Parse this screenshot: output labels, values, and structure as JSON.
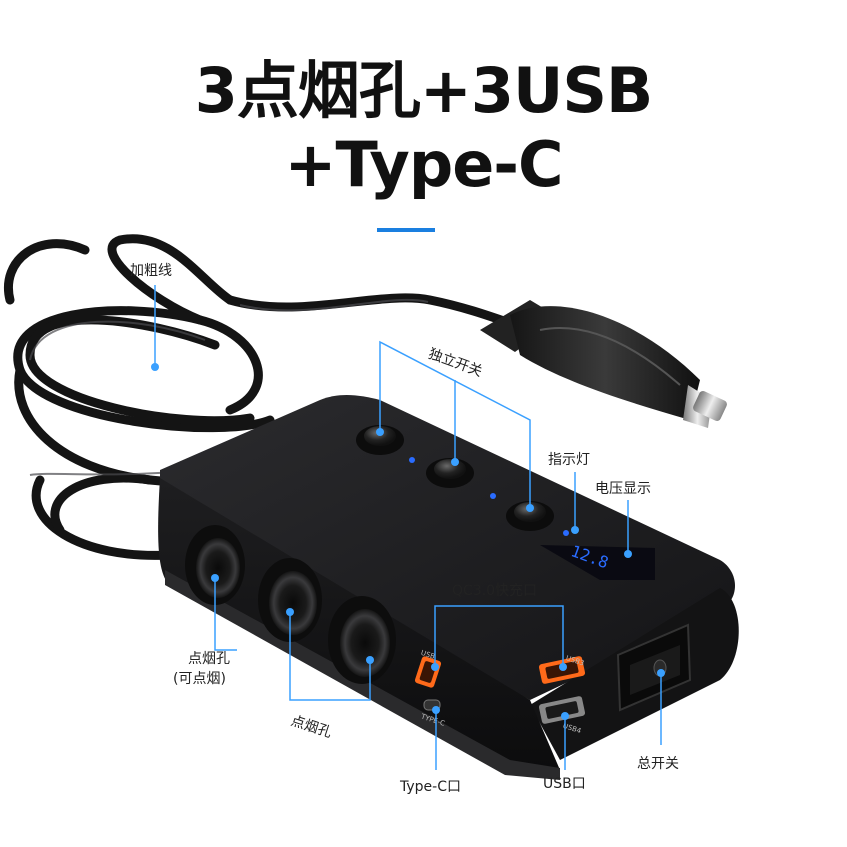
{
  "title": {
    "line1": "3点烟孔+3USB",
    "line2": "+Type-C"
  },
  "display_reading": "12.8",
  "port_labels": {
    "usb_qc": "USB",
    "type_c": "TYPE-C",
    "usb3": "USB3",
    "usb4": "USB4"
  },
  "callouts": {
    "thick_cable": "加粗线",
    "independent_switch": "独立开关",
    "indicator_light": "指示灯",
    "voltage_display": "电压显示",
    "qc_fast_charge": "QC3.0快充口",
    "socket_lighter_line1": "点烟孔",
    "socket_lighter_line2": "(可点烟)",
    "socket": "点烟孔",
    "type_c_port": "Type-C口",
    "usb_port": "USB口",
    "main_switch": "总开关"
  },
  "colors": {
    "accent": "#1a7fe0",
    "callout_line": "#3aa0ff",
    "body": "#1b1b1d",
    "led": "#2a6cff",
    "qc_port": "#ff6a1a"
  }
}
